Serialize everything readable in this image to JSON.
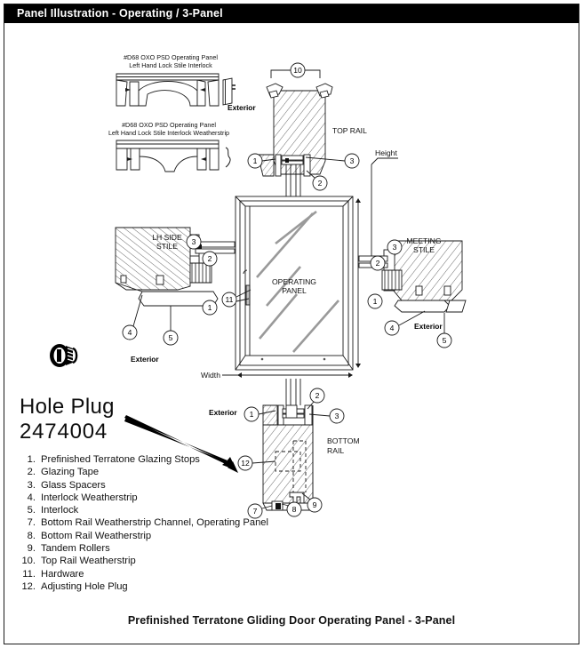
{
  "header": {
    "title": "Panel Illustration - Operating / 3-Panel"
  },
  "insets": [
    {
      "id": "inset-lock-stile-interlock",
      "line1": "#D68 OXO PSD Operating Panel",
      "line2": "Left Hand Lock Stile Interlock"
    },
    {
      "id": "inset-lock-stile-interlock-weatherstrip",
      "line1": "#D68 OXO PSD Operating Panel",
      "line2": "Left Hand Lock Stile Interlock Weatherstrip"
    }
  ],
  "diagram": {
    "section_labels": {
      "top_rail": "TOP RAIL",
      "bottom_rail_line1": "BOTTOM",
      "bottom_rail_line2": "RAIL",
      "lh_side_stile_line1": "LH SIDE",
      "lh_side_stile_line2": "STILE",
      "meeting_stile_line1": "MEETING",
      "meeting_stile_line2": "STILE",
      "operating_panel_line1": "OPERATING",
      "operating_panel_line2": "PANEL"
    },
    "exterior_labels": [
      "Exterior",
      "Exterior",
      "Exterior",
      "Exterior"
    ],
    "dimensions": {
      "height": "Height",
      "width": "Width"
    },
    "callouts": {
      "top_rail": [
        "10",
        "1",
        "3",
        "2"
      ],
      "lh_side_stile": [
        "3",
        "2",
        "1",
        "11",
        "4",
        "5"
      ],
      "meeting_stile": [
        "3",
        "2",
        "1",
        "4",
        "5"
      ],
      "bottom_rail": [
        "2",
        "1",
        "3",
        "12",
        "9",
        "8",
        "7"
      ]
    }
  },
  "hole_plug": {
    "label": "Hole Plug",
    "part_number": "2474004",
    "icon": "hole-plug-icon",
    "points_to_callout": "12"
  },
  "legend": {
    "items": [
      {
        "num": "1.",
        "text": "Prefinished Terratone Glazing Stops"
      },
      {
        "num": "2.",
        "text": "Glazing Tape"
      },
      {
        "num": "3.",
        "text": "Glass Spacers"
      },
      {
        "num": "4.",
        "text": "Interlock Weatherstrip"
      },
      {
        "num": "5.",
        "text": "Interlock"
      },
      {
        "num": "7.",
        "text": "Bottom Rail Weatherstrip Channel, Operating Panel"
      },
      {
        "num": "8.",
        "text": "Bottom Rail Weatherstrip"
      },
      {
        "num": "9.",
        "text": "Tandem Rollers"
      },
      {
        "num": "10.",
        "text": "Top Rail Weatherstrip"
      },
      {
        "num": "11.",
        "text": "Hardware"
      },
      {
        "num": "12.",
        "text": "Adjusting Hole Plug"
      }
    ]
  },
  "footer": {
    "caption": "Prefinished Terratone Gliding Door Operating Panel - 3-Panel"
  },
  "colors": {
    "titlebar_bg": "#000000",
    "titlebar_text": "#ffffff",
    "line": "#1a1a1a",
    "page_bg": "#ffffff"
  }
}
